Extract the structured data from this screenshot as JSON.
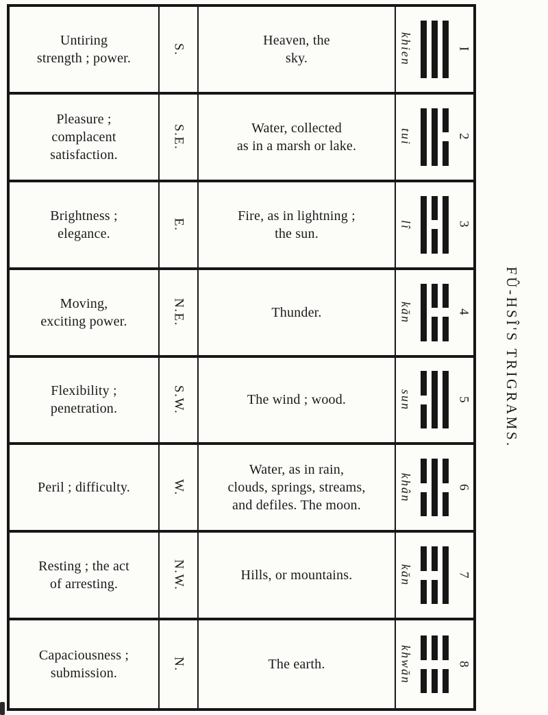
{
  "page": {
    "side_title": "FÛ-HSÎ'S TRIGRAMS.",
    "ink_color": "#161616",
    "paper_color": "#fcfcf9"
  },
  "table": {
    "rows": [
      {
        "attributes": "Untiring\nstrength ; power.",
        "direction": "S.",
        "phenomena": "Heaven, the\nsky.",
        "name": "khien",
        "lines": [
          "solid",
          "solid",
          "solid"
        ],
        "number": "I"
      },
      {
        "attributes": "Pleasure ;\ncomplacent\nsatisfaction.",
        "direction": "S.E.",
        "phenomena": "Water, collected\nas in a marsh or lake.",
        "name": "tui",
        "lines": [
          "solid",
          "solid",
          "broken"
        ],
        "number": "2"
      },
      {
        "attributes": "Brightness ;\nelegance.",
        "direction": "E.",
        "phenomena": "Fire, as in lightning ;\nthe sun.",
        "name": "lî",
        "lines": [
          "solid",
          "broken",
          "solid"
        ],
        "number": "3"
      },
      {
        "attributes": "Moving,\nexciting power.",
        "direction": "N.E.",
        "phenomena": "Thunder.",
        "name": "kăn",
        "lines": [
          "solid",
          "broken",
          "broken"
        ],
        "number": "4"
      },
      {
        "attributes": "Flexibility ;\npenetration.",
        "direction": "S.W.",
        "phenomena": "The wind ; wood.",
        "name": "sun",
        "lines": [
          "broken",
          "solid",
          "solid"
        ],
        "number": "5"
      },
      {
        "attributes": "Peril ; difficulty.",
        "direction": "W.",
        "phenomena": "Water, as in rain,\nclouds, springs, streams,\nand defiles. The moon.",
        "name": "khân",
        "lines": [
          "broken",
          "solid",
          "broken"
        ],
        "number": "6"
      },
      {
        "attributes": "Resting ; the act\nof arresting.",
        "direction": "N.W.",
        "phenomena": "Hills, or mountains.",
        "name": "kăn",
        "lines": [
          "broken",
          "broken",
          "solid"
        ],
        "number": "7"
      },
      {
        "attributes": "Capaciousness ;\nsubmission.",
        "direction": "N.",
        "phenomena": "The earth.",
        "name": "khwăn",
        "lines": [
          "broken",
          "broken",
          "broken"
        ],
        "number": "8"
      }
    ]
  }
}
